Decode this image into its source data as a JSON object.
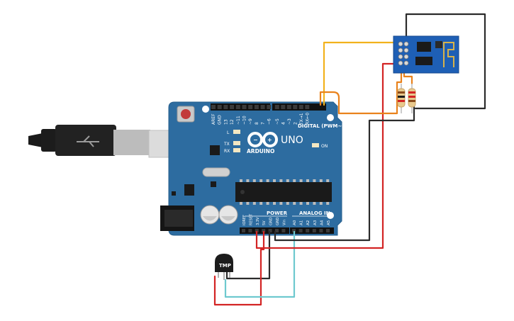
{
  "board": {
    "logo_text": "ARDUINO",
    "model": "UNO",
    "digital_header": "DIGITAL (PWM~)",
    "power_label": "POWER",
    "analog_label": "ANALOG IN",
    "led_l": "L",
    "led_tx": "TX",
    "led_rx": "RX",
    "led_on": "ON",
    "top_pins": [
      "AREF",
      "GND",
      "13",
      "12",
      "~11",
      "~10",
      "~9",
      "8",
      "7",
      "~6",
      "~5",
      "4",
      "~3",
      "2",
      "TX→1",
      "RX←0"
    ],
    "power_pins": [
      "IOREF",
      "RESET",
      "3.3V",
      "5V",
      "GND",
      "GND",
      "Vin"
    ],
    "analog_pins": [
      "A0",
      "A1",
      "A2",
      "A3",
      "A4",
      "A5"
    ]
  },
  "sensor": {
    "label": "TMP"
  },
  "colors": {
    "board": "#2d6ca0",
    "wire_red": "#d32424",
    "wire_black": "#2b2b2b",
    "wire_yellow": "#f2b21c",
    "wire_orange": "#e9821c",
    "wire_teal": "#6ec9cf",
    "esp_board": "#1e5fb5"
  }
}
